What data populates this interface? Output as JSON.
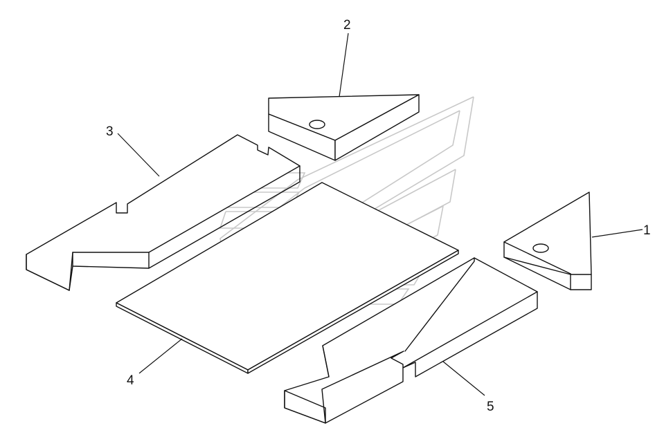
{
  "diagram": {
    "callouts": [
      {
        "id": "part-1",
        "label": "1"
      },
      {
        "id": "part-2",
        "label": "2"
      },
      {
        "id": "part-3",
        "label": "3"
      },
      {
        "id": "part-4",
        "label": "4"
      },
      {
        "id": "part-5",
        "label": "5"
      }
    ],
    "line_color": "#111111",
    "watermark_color": "#c8c8c8",
    "watermark_icon": "chevron-logo-watermark-icon"
  }
}
